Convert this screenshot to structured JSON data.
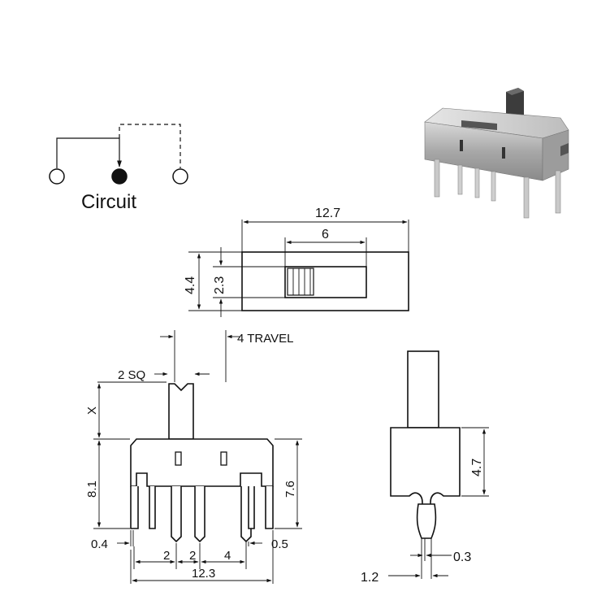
{
  "circuit": {
    "title": "Circuit",
    "terminals": [
      "open",
      "common-filled",
      "open"
    ]
  },
  "top_view": {
    "width_label": "12.7",
    "slot_label": "6",
    "height_label": "4.4",
    "slot_height_label": "2.3"
  },
  "front_view": {
    "travel_label": "4 TRAVEL",
    "actuator_label": "2 SQ",
    "actuator_height_label": "X",
    "total_height_label": "8.1",
    "body_height_label": "7.6",
    "pin_left_label": "0.4",
    "pin_right_label": "0.5",
    "pitch_labels": [
      "2",
      "2",
      "4"
    ],
    "overall_width_label": "12.3"
  },
  "side_view": {
    "body_height_label": "4.7",
    "pin_label": "0.3",
    "pin_pitch_label": "1.2"
  },
  "photo": {
    "description_icon": "slide-switch-photo"
  }
}
